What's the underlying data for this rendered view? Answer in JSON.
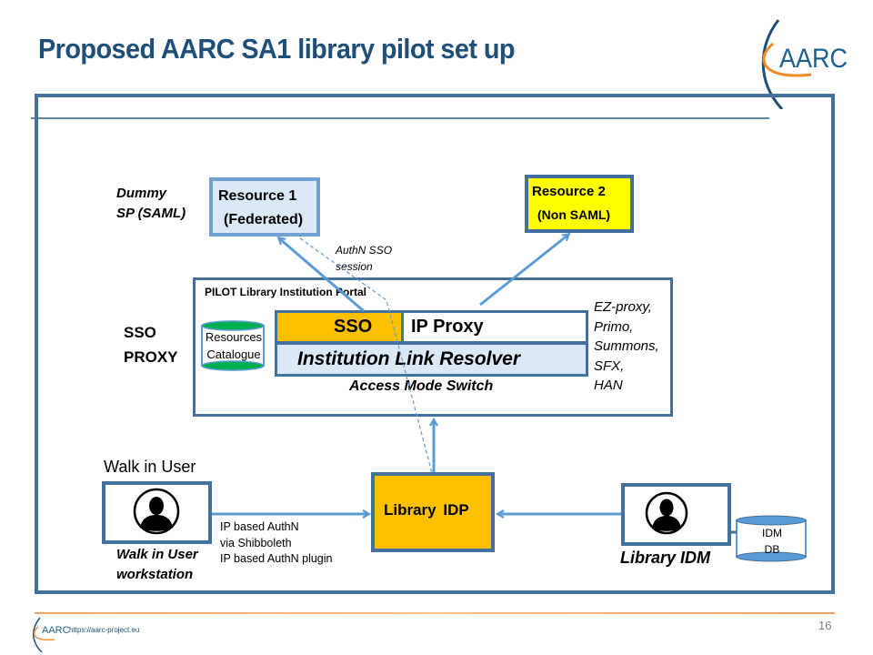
{
  "slide": {
    "title": "Proposed AARC SA1 library pilot set up",
    "logo_text": "AARC",
    "footer": {
      "logo_text": "AARC",
      "url": "https://aarc-project.eu",
      "page_number": "16"
    }
  },
  "colors": {
    "title": "#1f4e79",
    "frame_border": "#41719c",
    "arrow": "#5b9bd5",
    "sso_fill": "#ffc000",
    "resource2_fill": "#ffff00",
    "light_blue_fill": "#dbe8f5",
    "cylinder_green": "#00b050",
    "cylinder_blue": "#5b9bd5",
    "footer_line": "#f4a460"
  },
  "diagram": {
    "dummy_sp_label": [
      "Dummy",
      "SP (SAML)"
    ],
    "resource1": {
      "line1": "Resource  1",
      "line2": "(Federated)"
    },
    "resource2": {
      "line1": "Resource  2",
      "line2": "(Non SAML)"
    },
    "authn_sso_session": [
      "AuthN SSO",
      "session"
    ],
    "portal": {
      "title": "PILOT Library Institution Portal",
      "sso_proxy_label": [
        "SSO",
        "PROXY"
      ],
      "resources_catalogue": [
        "Resources",
        "Catalogue"
      ],
      "sso": "SSO",
      "ip_proxy": "IP Proxy",
      "link_resolver": "Institution Link Resolver",
      "access_mode_switch": "Access Mode  Switch",
      "products": [
        "EZ-proxy,",
        "Primo,",
        "Summons,",
        "SFX,",
        "HAN"
      ]
    },
    "walk_in_user": {
      "title": "Walk in User",
      "caption": [
        "Walk in User",
        "workstation"
      ],
      "icon": "user-avatar-icon"
    },
    "ip_auth_notes": [
      "IP based AuthN",
      "via Shibboleth",
      "IP based AuthN  plugin"
    ],
    "library_idp": "Library  IDP",
    "library_idm": {
      "caption": "Library IDM",
      "icon": "user-avatar-icon",
      "db": [
        "IDM",
        "DB"
      ]
    }
  }
}
